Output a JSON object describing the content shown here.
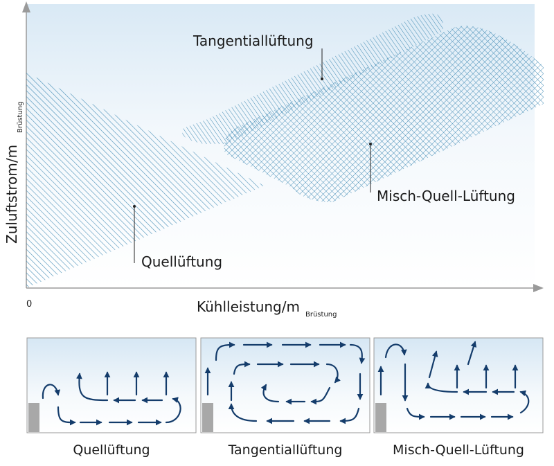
{
  "main_chart": {
    "x_axis_label": "Kühlleistung/m",
    "x_axis_label_sub": "Brüstung",
    "y_axis_label": "Zuluftstrom/m",
    "y_axis_label_sub": "Brüstung",
    "origin_label": "0",
    "regions": {
      "quell": "Quellüftung",
      "tangential": "Tangentiallüftung",
      "misch": "Misch-Quell-Lüftung"
    },
    "hatch_color": "#4a90b8"
  },
  "panels": [
    {
      "label": "Quellüftung"
    },
    {
      "label": "Tangentiallüftung"
    },
    {
      "label": "Misch-Quell-Lüftung"
    }
  ],
  "arrow_color": "#143c6b",
  "radiator_color": "#a8a8a8"
}
